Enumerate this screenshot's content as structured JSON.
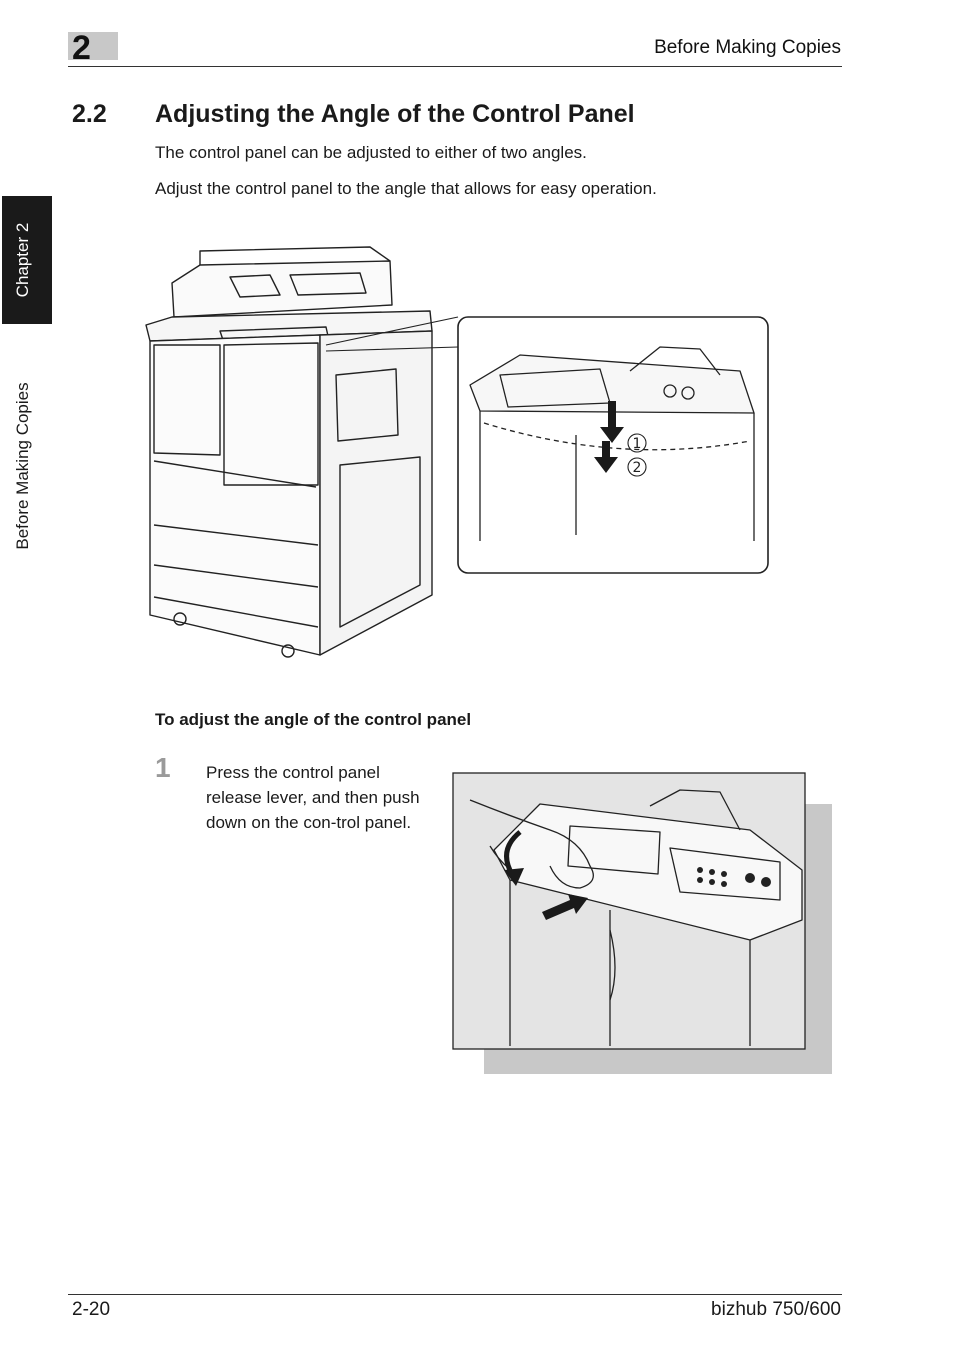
{
  "header": {
    "chapter_number": "2",
    "title": "Before Making Copies"
  },
  "side_tab": {
    "chapter_label": "Chapter 2",
    "section_label": "Before Making Copies"
  },
  "section": {
    "number": "2.2",
    "title": "Adjusting the Angle of the Control Panel",
    "paragraphs": [
      "The control panel can be adjusted to either of two angles.",
      "Adjust the control panel to the angle that allows for easy operation."
    ]
  },
  "figure_main": {
    "callouts": [
      "1",
      "2"
    ]
  },
  "procedure": {
    "title": "To adjust the angle of the control panel",
    "steps": [
      {
        "number": "1",
        "text": "Press the control panel release lever, and then push down on the con-trol panel."
      }
    ]
  },
  "footer": {
    "page": "2-20",
    "product": "bizhub 750/600"
  },
  "colors": {
    "tab_background": "#1a1a1a",
    "chapter_block": "#c8c8c8",
    "step_number": "#9a9a9a",
    "figure_background": "#e4e4e4"
  }
}
